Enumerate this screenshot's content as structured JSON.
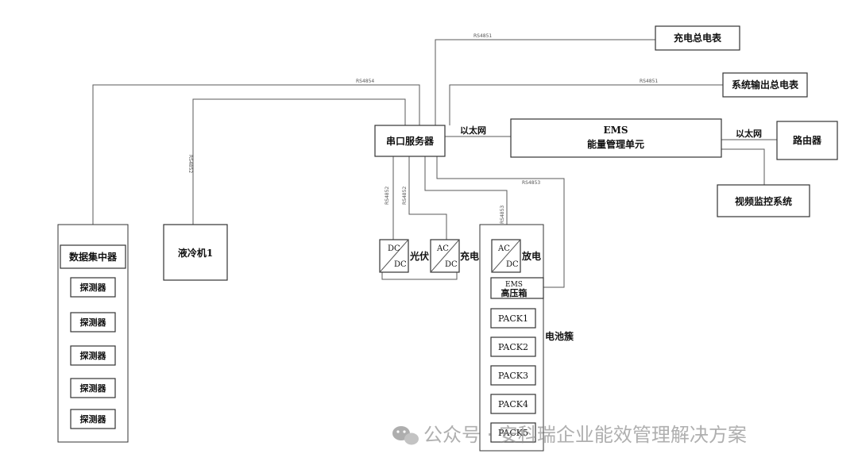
{
  "nodes": {
    "charging_meter": "充电总电表",
    "system_output_meter": "系统输出总电表",
    "serial_server": "串口服务器",
    "ems_title": "EMS",
    "ems_subtitle": "能量管理单元",
    "router": "路由器",
    "video_system": "视频监控系统",
    "data_concentrator": "数据集中器",
    "detector": "探测器",
    "liquid_cooler": "液冷机1",
    "dc_top": "DC",
    "dc_bottom": "DC",
    "ac_top": "AC",
    "ac_dc_bottom": "DC",
    "pv_label": "光伏",
    "charge_label": "充电",
    "ac2_top": "AC",
    "ac2_dc_bottom": "DC",
    "discharge_label": "放电",
    "ems_box_line1": "EMS",
    "ems_box_line2": "高压箱",
    "battery_cluster": "电池簇",
    "packs": [
      "PACK1",
      "PACK2",
      "PACK3",
      "PACK4",
      "PACK5"
    ]
  },
  "links": {
    "rs485_1": "RS4851",
    "rs485_4": "RS4854",
    "rs485_1b": "RS4851",
    "rs485_2_left": "RS4852",
    "rs485_2_a": "RS4852",
    "rs485_2_b": "RS4852",
    "rs485_3": "RS4853",
    "rs485_near_pcs": "RS4853",
    "ethernet_1": "以太网",
    "ethernet_2": "以太网"
  },
  "watermark": {
    "icon": "wechat-icon",
    "text": "公众号 · 安科瑞企业能效管理解决方案"
  }
}
